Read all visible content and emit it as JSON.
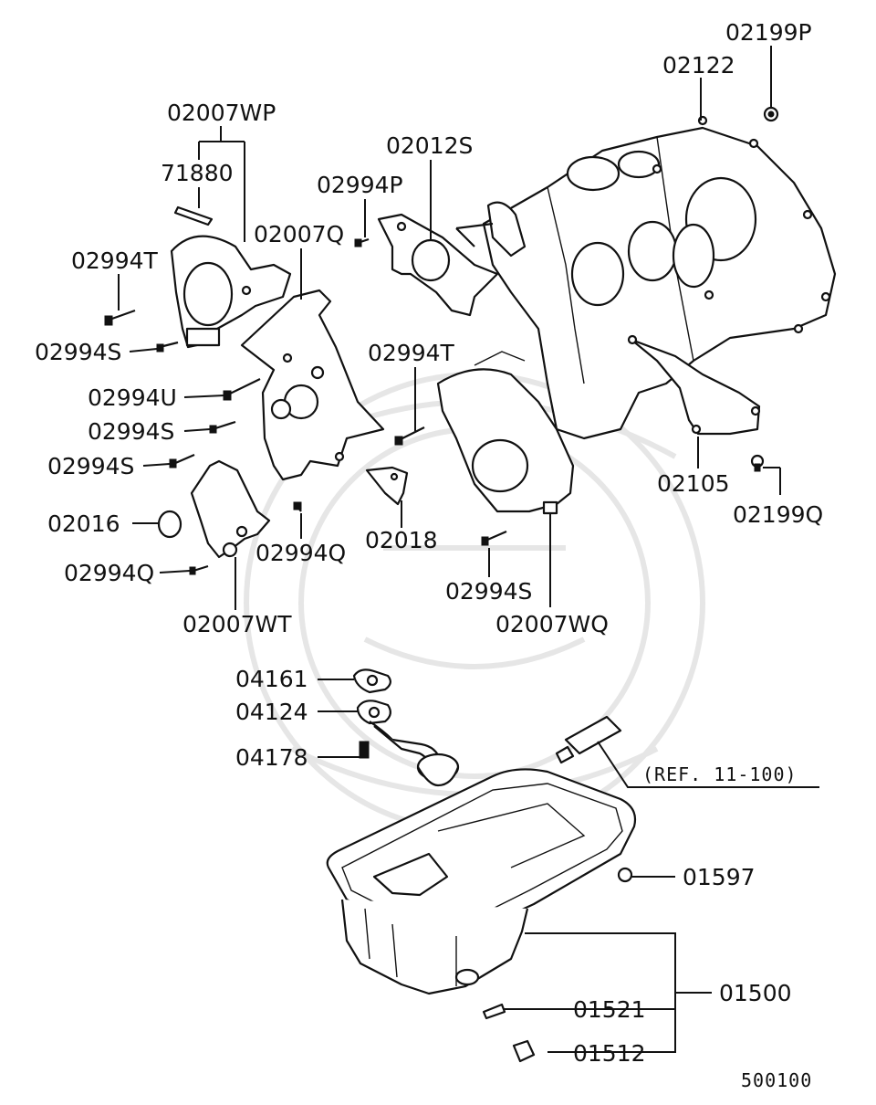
{
  "diagram_id": "500100",
  "reference_note": "(REF. 11-100)",
  "callouts": {
    "p02199P": "02199P",
    "p02122": "02122",
    "p02007WP": "02007WP",
    "p71880": "71880",
    "p02012S": "02012S",
    "p02994P": "02994P",
    "p02007Q": "02007Q",
    "p02994T_left": "02994T",
    "p02994S_a": "02994S",
    "p02994T_mid": "02994T",
    "p02994U": "02994U",
    "p02994S_b": "02994S",
    "p02994S_c": "02994S",
    "p02016": "02016",
    "p02994Q_left": "02994Q",
    "p02994Q_mid": "02994Q",
    "p02018": "02018",
    "p02007WT": "02007WT",
    "p02105": "02105",
    "p02199Q": "02199Q",
    "p02994S_d": "02994S",
    "p02007WQ": "02007WQ",
    "p04161": "04161",
    "p04124": "04124",
    "p04178": "04178",
    "p01597": "01597",
    "p01500": "01500",
    "p01521": "01521",
    "p01512": "01512"
  }
}
